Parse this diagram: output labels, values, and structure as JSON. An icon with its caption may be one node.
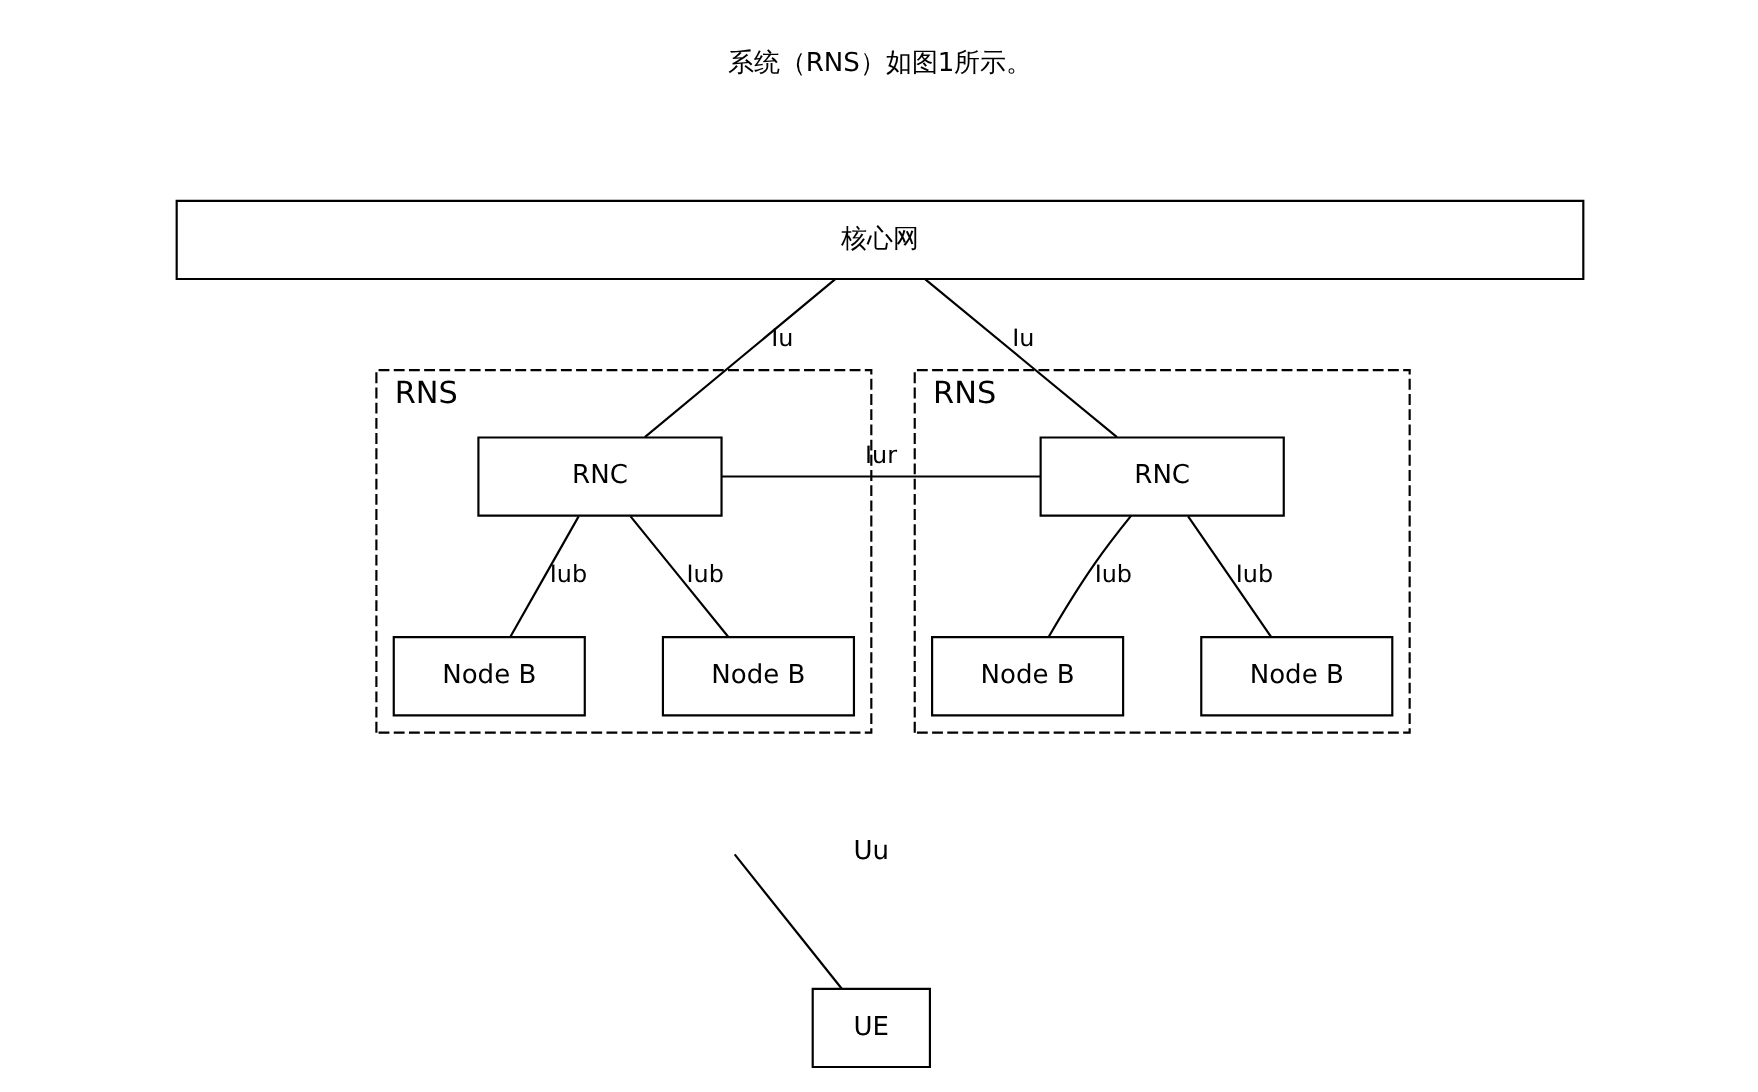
{
  "diagram": {
    "nodes": [
      {
        "text": [
          "核心网"
        ]
      },
      {
        "text": [
          "RNS"
        ]
      },
      {
        "text": [
          "RNC"
        ],
        "in": 1
      },
      {
        "text": [
          "Node B"
        ],
        "in": 1
      },
      {
        "text": [
          "Node B"
        ],
        "in": 1
      },
      {
        "text": [
          "RNS"
        ]
      },
      {
        "text": [
          "RNC"
        ],
        "in": 5
      },
      {
        "text": [
          "Node B"
        ],
        "in": 5
      },
      {
        "text": [
          "Node B"
        ],
        "in": 5
      },
      {
        "text": [
          "UE"
        ]
      }
    ],
    "edges": [
      {
        "from": 0,
        "to": 2,
        "arrow": "none",
        "label": "Iu"
      },
      {
        "from": 0,
        "to": 6,
        "arrow": "none",
        "label": "Iu"
      },
      {
        "from": 2,
        "to": 6,
        "arrow": "none",
        "label": "Iur"
      },
      {
        "from": 2,
        "to": 3,
        "arrow": "none",
        "label": "Iub"
      },
      {
        "from": 2,
        "to": 4,
        "arrow": "none",
        "label": "Iub"
      },
      {
        "from": 6,
        "to": 7,
        "arrow": "none",
        "label": "Iub"
      },
      {
        "from": 6,
        "to": 8,
        "arrow": "none",
        "label": "Iub"
      },
      {
        "from": 9,
        "to": null,
        "arrow": "none"
      }
    ],
    "labels": [
      "系统（RNS）如图1所示。",
      "Uu"
    ]
  }
}
